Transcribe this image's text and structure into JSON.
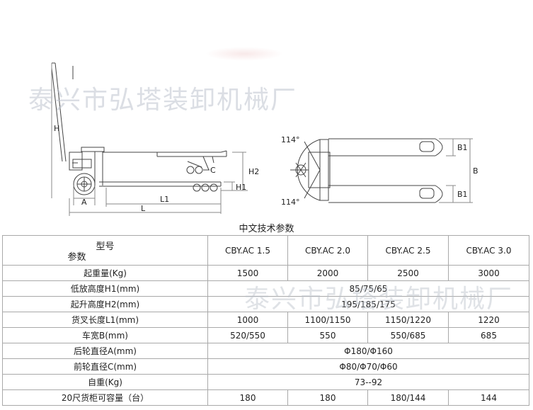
{
  "watermark": "泰兴市弘塔装卸机械厂",
  "drawing": {
    "side_labels": {
      "H": "H",
      "H1": "H1",
      "H2": "H2",
      "L1": "L1",
      "L": "L",
      "A": "A",
      "C": "C"
    },
    "top_labels": {
      "angle_top": "114°",
      "angle_bottom": "114°",
      "B": "B",
      "B1_top": "B1",
      "B1_bottom": "B1"
    }
  },
  "table": {
    "caption": "中文技术参数",
    "header": {
      "model_label": "型号",
      "param_label": "参数",
      "models": [
        "CBY.AC 1.5",
        "CBY.AC 2.0",
        "CBY.AC 2.5",
        "CBY.AC 3.0"
      ]
    },
    "rows": [
      {
        "label": "起重量(Kg)",
        "cells": [
          "1500",
          "2000",
          "2500",
          "3000"
        ]
      },
      {
        "label": "低放高度H1(mm)",
        "merged": "85/75/65"
      },
      {
        "label": "起升高度H2(mm)",
        "merged": "195/185/175"
      },
      {
        "label": "货叉长度L1(mm)",
        "cells": [
          "1000",
          "1100/1150",
          "1150/1220",
          "1220"
        ]
      },
      {
        "label": "车宽B(mm)",
        "cells": [
          "520/550",
          "550",
          "550/685",
          "685"
        ]
      },
      {
        "label": "后轮直径A(mm)",
        "merged": "Φ180/Φ160"
      },
      {
        "label": "前轮直径C(mm)",
        "merged": "Φ80/Φ70/Φ60"
      },
      {
        "label": "自重(Kg)",
        "merged": "73--92"
      },
      {
        "label": "20尺货柜可容量（台）",
        "cells": [
          "180",
          "180",
          "180/144",
          "144"
        ]
      }
    ]
  }
}
